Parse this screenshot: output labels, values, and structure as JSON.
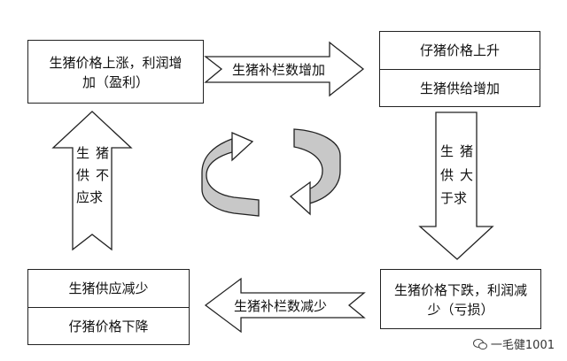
{
  "boxes": {
    "top_left": {
      "line1": "生猪价格上涨，利润增",
      "line2": "加（盈利）"
    },
    "top_right": {
      "top": "仔猪价格上升",
      "bottom": "生猪供给增加"
    },
    "bottom_right": {
      "line1": "生猪价格下跌，利润减",
      "line2": "少（亏损）"
    },
    "bottom_left": {
      "top": "生猪供应减少",
      "bottom": "仔猪价格下降"
    }
  },
  "arrows": {
    "top": "生猪补栏数增加",
    "bottom": "生猪补栏数减少",
    "right": [
      "生",
      "猪",
      "供",
      "大",
      "于求"
    ],
    "left": [
      "生",
      "猪",
      "供",
      "不",
      "应求"
    ]
  },
  "watermark": "一毛健1001"
}
